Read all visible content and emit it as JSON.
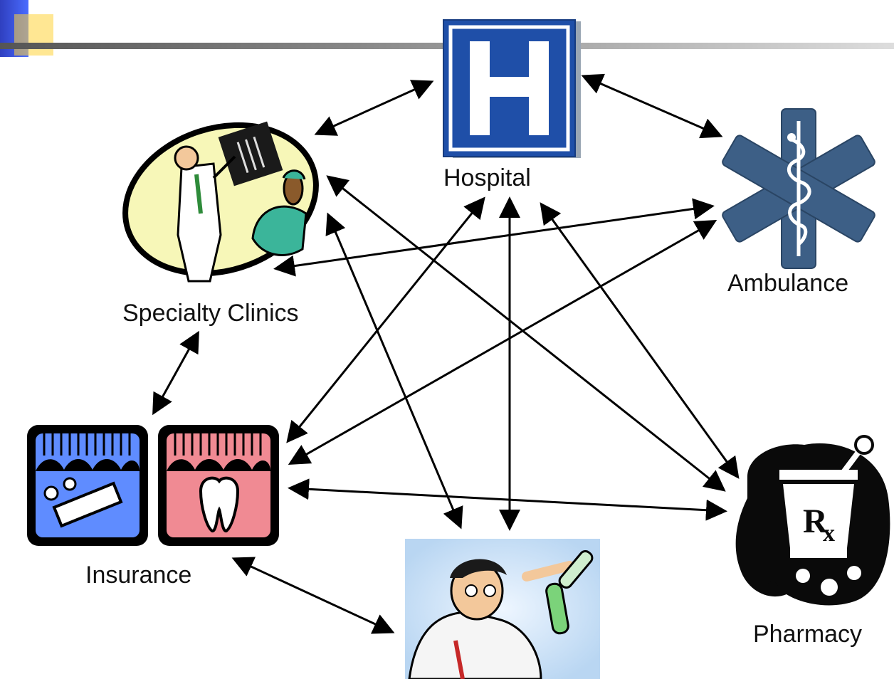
{
  "labels": {
    "hospital": "Hospital",
    "ambulance": "Ambulance",
    "specialty_clinics": "Specialty Clinics",
    "insurance": "Insurance",
    "pharmacy": "Pharmacy"
  },
  "colors": {
    "hospital_sign": "#1f4fa8",
    "ambulance_star": "#3d5f86",
    "clinic_oval": "#f7f7b8",
    "insurance_blue": "#5f8cff",
    "insurance_pink": "#f08a93",
    "pharmacy": "#0a0a0a"
  },
  "icons": [
    "hospital-sign-icon",
    "star-of-life-icon",
    "clinic-doctor-icon",
    "insurance-syringe-icon",
    "insurance-tooth-icon",
    "pharmacy-mortar-icon",
    "lab-scientist-icon"
  ]
}
